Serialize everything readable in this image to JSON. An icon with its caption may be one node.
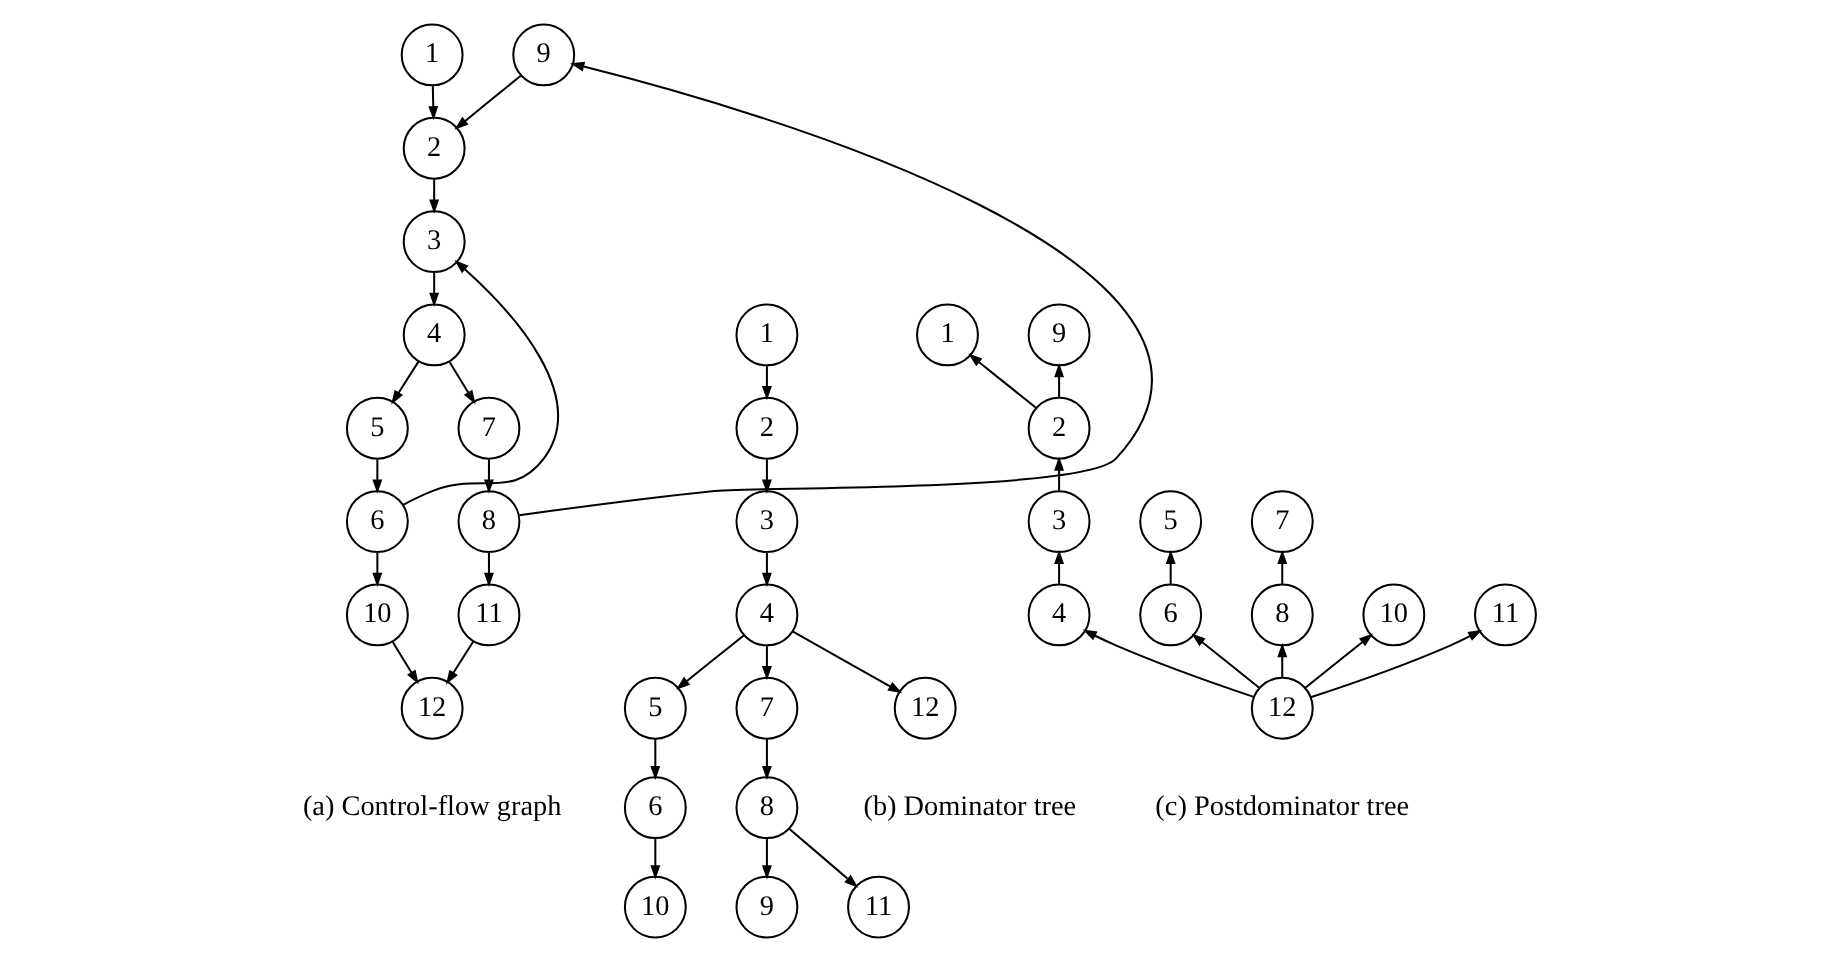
{
  "diagram": {
    "nodes": [
      {
        "text": [
          "1"
        ]
      },
      {
        "text": [
          "2"
        ]
      },
      {
        "text": [
          "3"
        ]
      },
      {
        "text": [
          "4"
        ]
      },
      {
        "text": [
          "5"
        ]
      },
      {
        "text": [
          "6"
        ]
      },
      {
        "text": [
          "7"
        ]
      },
      {
        "text": [
          "8"
        ]
      },
      {
        "text": [
          "9"
        ]
      },
      {
        "text": [
          "10"
        ]
      },
      {
        "text": [
          "11"
        ]
      },
      {
        "text": [
          "12"
        ]
      },
      {
        "text": [
          "1"
        ]
      },
      {
        "text": [
          "2"
        ]
      },
      {
        "text": [
          "3"
        ]
      },
      {
        "text": [
          "4"
        ]
      },
      {
        "text": [
          "5"
        ]
      },
      {
        "text": [
          "6"
        ]
      },
      {
        "text": [
          "7"
        ]
      },
      {
        "text": [
          "8"
        ]
      },
      {
        "text": [
          "9"
        ]
      },
      {
        "text": [
          "10"
        ]
      },
      {
        "text": [
          "11"
        ]
      },
      {
        "text": [
          "12"
        ]
      },
      {
        "text": [
          "1"
        ]
      },
      {
        "text": [
          "2"
        ]
      },
      {
        "text": [
          "3"
        ]
      },
      {
        "text": [
          "4"
        ]
      },
      {
        "text": [
          "5"
        ]
      },
      {
        "text": [
          "6"
        ]
      },
      {
        "text": [
          "7"
        ]
      },
      {
        "text": [
          "8"
        ]
      },
      {
        "text": [
          "9"
        ]
      },
      {
        "text": [
          "10"
        ]
      },
      {
        "text": [
          "11"
        ]
      },
      {
        "text": [
          "12"
        ]
      }
    ],
    "edges": [
      {
        "from": 0,
        "to": 1,
        "arrow": "to"
      },
      {
        "from": 1,
        "to": 2,
        "arrow": "to"
      },
      {
        "from": 2,
        "to": 3,
        "arrow": "to"
      },
      {
        "from": 3,
        "to": 6,
        "arrow": "to"
      },
      {
        "from": 3,
        "to": 4,
        "arrow": "to"
      },
      {
        "from": 6,
        "to": 7,
        "arrow": "to"
      },
      {
        "from": 4,
        "to": 5,
        "arrow": "to"
      },
      {
        "from": 7,
        "to": 10,
        "arrow": "to"
      },
      {
        "from": 5,
        "to": 9,
        "arrow": "to"
      },
      {
        "from": 10,
        "to": 11,
        "arrow": "to"
      },
      {
        "from": 9,
        "to": 11,
        "arrow": "to"
      },
      {
        "from": 8,
        "to": 1,
        "arrow": "to"
      },
      {
        "from": 7,
        "to": 8,
        "arrow": "to"
      },
      {
        "from": 5,
        "to": 2,
        "arrow": "to"
      },
      {
        "from": 12,
        "to": 13,
        "arrow": "to"
      },
      {
        "from": 13,
        "to": 14,
        "arrow": "to"
      },
      {
        "from": 14,
        "to": 15,
        "arrow": "to"
      },
      {
        "from": 15,
        "to": 18,
        "arrow": "to"
      },
      {
        "from": 15,
        "to": 23,
        "arrow": "to"
      },
      {
        "from": 15,
        "to": 16,
        "arrow": "to"
      },
      {
        "from": 18,
        "to": 19,
        "arrow": "to"
      },
      {
        "from": 16,
        "to": 17,
        "arrow": "to"
      },
      {
        "from": 19,
        "to": 20,
        "arrow": "to"
      },
      {
        "from": 19,
        "to": 22,
        "arrow": "to"
      },
      {
        "from": 17,
        "to": 21,
        "arrow": "to"
      },
      {
        "from": 25,
        "to": 32,
        "arrow": "to"
      },
      {
        "from": 25,
        "to": 24,
        "arrow": "to"
      },
      {
        "from": 26,
        "to": 25,
        "arrow": "to"
      },
      {
        "from": 27,
        "to": 26,
        "arrow": "to"
      },
      {
        "from": 31,
        "to": 30,
        "arrow": "to"
      },
      {
        "from": 29,
        "to": 28,
        "arrow": "to"
      },
      {
        "from": 35,
        "to": 34,
        "arrow": "to"
      },
      {
        "from": 35,
        "to": 31,
        "arrow": "to"
      },
      {
        "from": 35,
        "to": 27,
        "arrow": "to"
      },
      {
        "from": 35,
        "to": 29,
        "arrow": "to"
      },
      {
        "from": 35,
        "to": 33,
        "arrow": "to"
      }
    ],
    "labels": [
      "(a) Control-flow graph",
      "(b) Dominator tree",
      "(c) Postdominator tree"
    ]
  }
}
